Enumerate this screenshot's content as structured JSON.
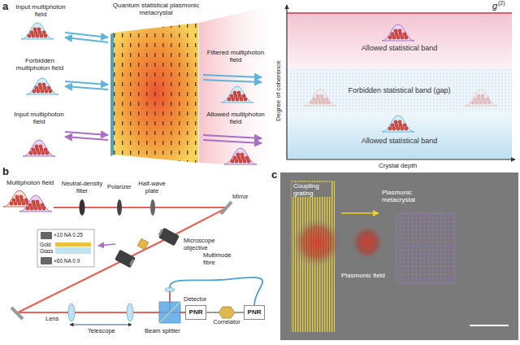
{
  "diagram": {
    "nodes": [
      {
        "text": [
          "Quantum statistical plasmonic metacrystal"
        ]
      },
      {
        "text": [
          "Allowed statistical band"
        ]
      },
      {
        "text": [
          "Forbidden statistical band (gap)"
        ]
      },
      {
        "text": [
          "Allowed statistical band"
        ]
      },
      {
        "text": [
          "PNR"
        ]
      },
      {
        "text": [
          "Correlator"
        ]
      },
      {
        "text": [
          "PNR"
        ]
      }
    ],
    "edges": [
      {
        "from": 4,
        "to": 5,
        "arrow": "none"
      },
      {
        "from": 5,
        "to": 6,
        "arrow": "none"
      }
    ],
    "labels": [
      "a",
      "Input multiphoton field",
      "Forbidden multiphoton field",
      "Input multiphoton field",
      "Filtered multiphoton field",
      "Allowed multiphoton field",
      "g",
      "(2)",
      "Degree of coherence",
      "Crystal depth",
      "b",
      "Multiphoton field",
      "Neutral-density filter",
      "Polarizer",
      "Half-wave plate",
      "Mirror",
      "Microscope objective",
      "×10 NA 0.25",
      "Gold",
      "Glass",
      "×60 NA 0.9",
      "Lens",
      "Telescope",
      "Beam splitter",
      "Detector",
      "Multimode fibre",
      "c",
      "Coupling grating",
      "Plasmonic metacrystal",
      "Plasmonic field"
    ]
  }
}
